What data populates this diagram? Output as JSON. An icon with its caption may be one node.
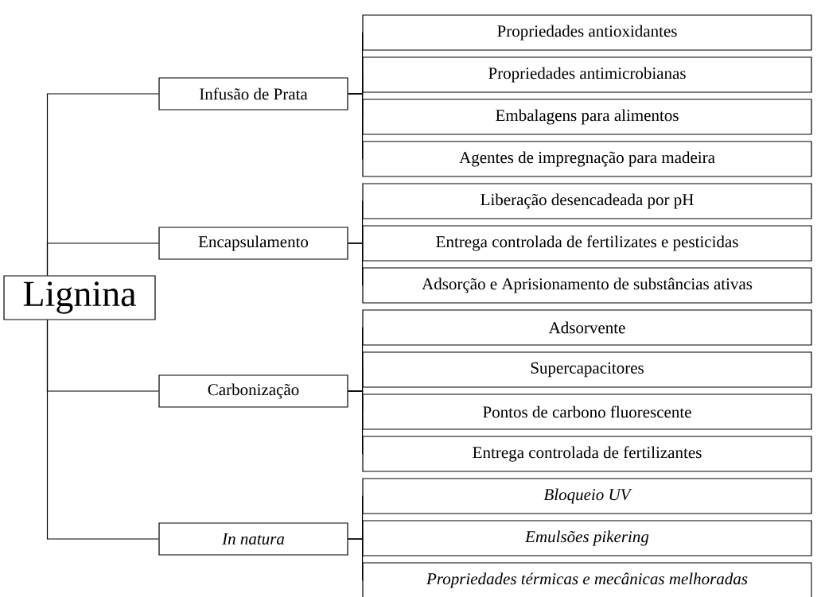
{
  "diagram": {
    "nodes": [
      {
        "text": [
          "Lignina"
        ]
      },
      {
        "text": [
          "Infusão de Prata"
        ]
      },
      {
        "text": [
          "Propriedades antioxidantes"
        ]
      },
      {
        "text": [
          "Propriedades antimicrobianas"
        ]
      },
      {
        "text": [
          "Embalagens para alimentos"
        ]
      },
      {
        "text": [
          "Agentes de impregnação para madeira"
        ]
      },
      {
        "text": [
          "Encapsulamento"
        ]
      },
      {
        "text": [
          "Liberação desencadeada por pH"
        ]
      },
      {
        "text": [
          "Entrega controlada de fertilizates e pesticidas"
        ]
      },
      {
        "text": [
          "Adsorção e Aprisionamento de substâncias ativas"
        ]
      },
      {
        "text": [
          "Carbonização"
        ]
      },
      {
        "text": [
          "Adsorvente"
        ]
      },
      {
        "text": [
          "Supercapacitores"
        ]
      },
      {
        "text": [
          "Pontos de carbono fluorescente"
        ]
      },
      {
        "text": [
          "Entrega controlada de fertilizantes"
        ]
      },
      {
        "text": [
          "In natura"
        ]
      },
      {
        "text": [
          "Bloqueio UV"
        ]
      },
      {
        "text": [
          "Emulsões pikering"
        ]
      },
      {
        "text": [
          "Propriedades térmicas e mecânicas melhoradas"
        ]
      }
    ],
    "edges": [
      {
        "from": 0,
        "to": 1,
        "arrow": "none"
      },
      {
        "from": 0,
        "to": 6,
        "arrow": "none"
      },
      {
        "from": 0,
        "to": 10,
        "arrow": "none"
      },
      {
        "from": 0,
        "to": 15,
        "arrow": "none"
      },
      {
        "from": 1,
        "to": 2,
        "arrow": "none"
      },
      {
        "from": 1,
        "to": 3,
        "arrow": "none"
      },
      {
        "from": 1,
        "to": 4,
        "arrow": "none"
      },
      {
        "from": 1,
        "to": 5,
        "arrow": "none"
      },
      {
        "from": 6,
        "to": 7,
        "arrow": "none"
      },
      {
        "from": 6,
        "to": 8,
        "arrow": "none"
      },
      {
        "from": 6,
        "to": 9,
        "arrow": "none"
      },
      {
        "from": 10,
        "to": 11,
        "arrow": "none"
      },
      {
        "from": 10,
        "to": 12,
        "arrow": "none"
      },
      {
        "from": 10,
        "to": 13,
        "arrow": "none"
      },
      {
        "from": 10,
        "to": 14,
        "arrow": "none"
      },
      {
        "from": 15,
        "to": 16,
        "arrow": "none"
      },
      {
        "from": 15,
        "to": 17,
        "arrow": "none"
      },
      {
        "from": 15,
        "to": 18,
        "arrow": "none"
      }
    ]
  }
}
